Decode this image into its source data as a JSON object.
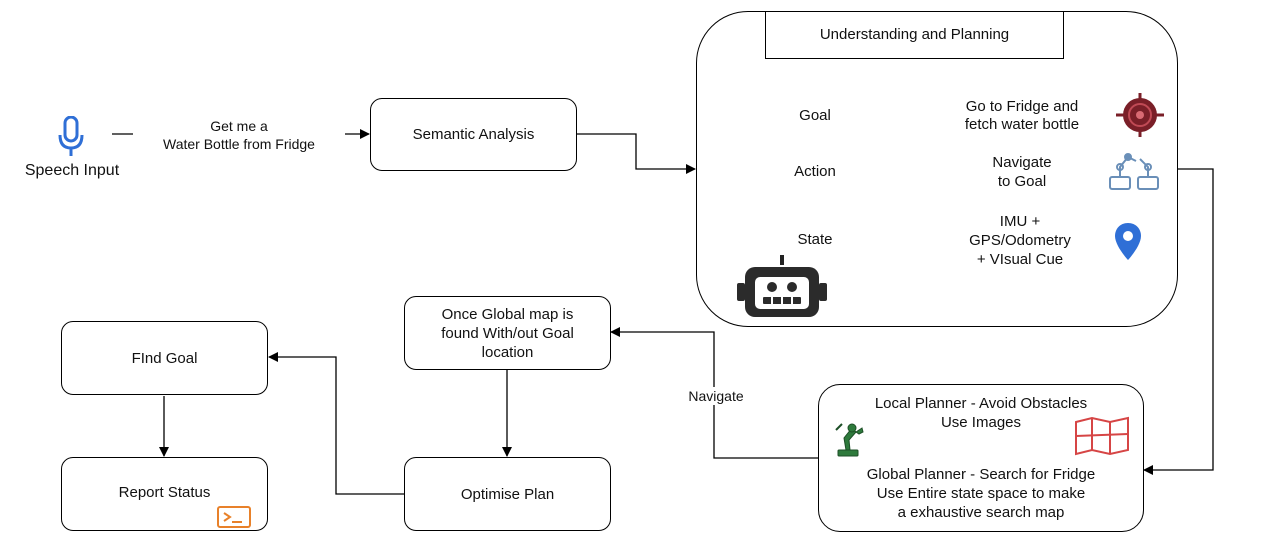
{
  "speech": {
    "label": "Speech Input"
  },
  "edge_speech": {
    "label": "Get me a\nWater Bottle from Fridge"
  },
  "semantic": {
    "label": "Semantic Analysis"
  },
  "understanding": {
    "title": "Understanding and Planning",
    "rows": [
      {
        "key": "Goal",
        "value": "Go to Fridge and\nfetch water bottle",
        "icon": "target-icon"
      },
      {
        "key": "Action",
        "value": "Navigate\nto Goal",
        "icon": "robot-arm-icon"
      },
      {
        "key": "State",
        "value": "IMU  +\nGPS/Odometry\n+ VIsual Cue",
        "icon": "location-pin-icon"
      }
    ],
    "robot_icon": "robot-face-icon"
  },
  "planner": {
    "local": "Local Planner - Avoid Obstacles\nUse Images",
    "global": "Global Planner - Search for Fridge\nUse Entire state space to make\na exhaustive search map",
    "icons": [
      "robot-arm-green-icon",
      "map-icon"
    ]
  },
  "edge_navigate": {
    "label": "Navigate"
  },
  "global_map": {
    "label": "Once Global map is\nfound With/out Goal\nlocation"
  },
  "optimise": {
    "label": "Optimise Plan"
  },
  "find_goal": {
    "label": "FInd Goal"
  },
  "report": {
    "label": "Report Status",
    "icon": "terminal-icon"
  },
  "colors": {
    "mic": "#2f6fd6",
    "pin": "#2f6fd6",
    "target": "#7a1f28",
    "map": "#d64545",
    "terminal": "#e8812a"
  }
}
